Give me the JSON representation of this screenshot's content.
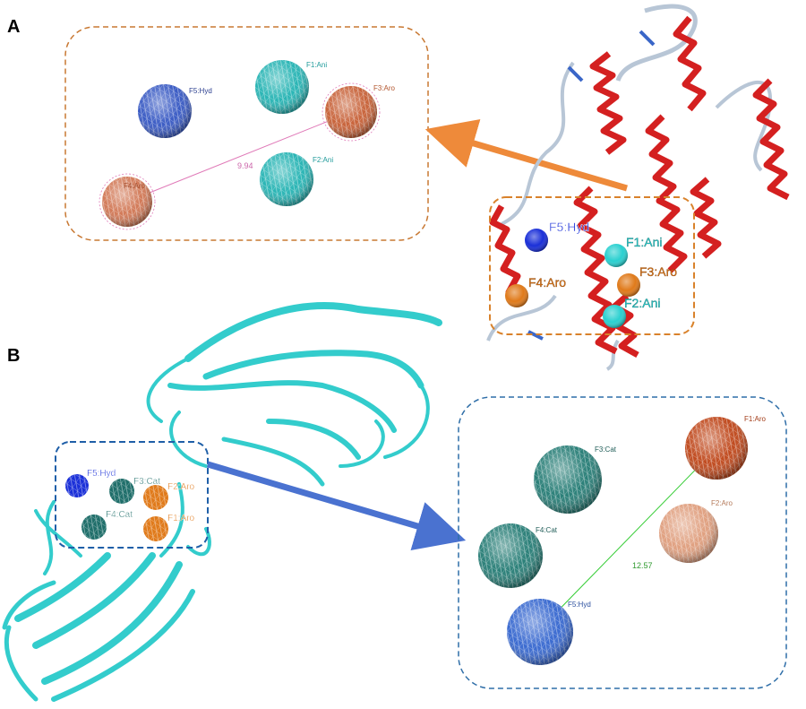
{
  "panel_a": {
    "letter": "A",
    "inset": {
      "features": [
        {
          "label": "F5:Hyd",
          "color": "#3a5bc4"
        },
        {
          "label": "F1:Ani",
          "color": "#2ab5b5"
        },
        {
          "label": "F3:Aro",
          "color": "#c8633a"
        },
        {
          "label": "F2:Ani",
          "color": "#2ab5b5"
        },
        {
          "label": "F4:Aro",
          "color": "#d27a58"
        }
      ],
      "distance_label": "9.94",
      "distance_color": "#e07ab8",
      "border_color": "#c87832"
    },
    "protein": {
      "features": [
        {
          "label": "F5:Hyd",
          "color": "#1a2fd8"
        },
        {
          "label": "F1:Ani",
          "color": "#2ad0d0"
        },
        {
          "label": "F3:Aro",
          "color": "#e07a1a"
        },
        {
          "label": "F4:Aro",
          "color": "#e07a1a"
        },
        {
          "label": "F2:Ani",
          "color": "#2ad0d0"
        }
      ],
      "helix_color": "#d42020",
      "box_color": "#d9822b"
    },
    "arrow_color": "#ee8a3a"
  },
  "panel_b": {
    "letter": "B",
    "protein": {
      "features": [
        {
          "label": "F5:Hyd",
          "color": "#1a2fd8"
        },
        {
          "label": "F3:Cat",
          "color": "#1f6e6a"
        },
        {
          "label": "F2:Aro",
          "color": "#e07a1a"
        },
        {
          "label": "F4:Cat",
          "color": "#1f6e6a"
        },
        {
          "label": "F1:Aro",
          "color": "#e07a1a"
        }
      ],
      "ribbon_color": "#33cccc",
      "box_color": "#1f5fa8"
    },
    "inset": {
      "features": [
        {
          "label": "F3:Cat",
          "color": "#2a7f78"
        },
        {
          "label": "F1:Aro",
          "color": "#c04a1e"
        },
        {
          "label": "F2:Aro",
          "color": "#e0a080"
        },
        {
          "label": "F4:Cat",
          "color": "#2a7f78"
        },
        {
          "label": "F5:Hyd",
          "color": "#3a6ad0"
        }
      ],
      "distance_label": "12.57",
      "distance_color": "#33cc33",
      "border_color": "#2f6ea8"
    },
    "arrow_color": "#4a72d0"
  }
}
